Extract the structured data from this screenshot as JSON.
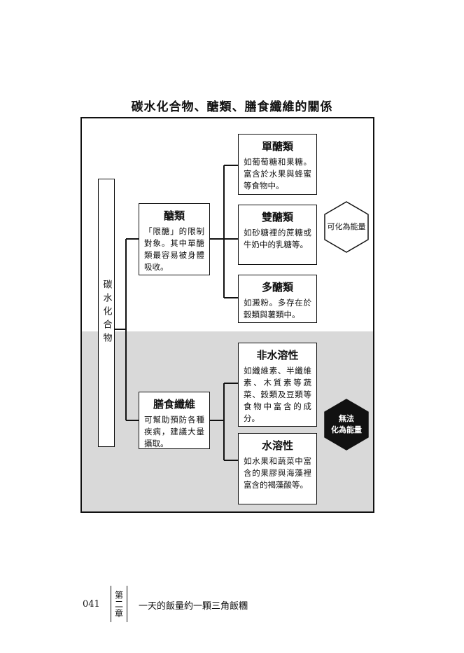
{
  "title": "碳水化合物、醣類、膳食纖維的關係",
  "root": {
    "label": "碳水化合物"
  },
  "sugars": {
    "title": "醣類",
    "desc": "「限醣」的限制對象。其中單醣類最容易被身體吸收。"
  },
  "fiber": {
    "title": "膳食纖維",
    "desc": "可幫助預防各種疾病，建議大量攝取。"
  },
  "mono": {
    "title": "單醣類",
    "desc": "如葡萄糖和果糖。富含於水果與蜂蜜等食物中。"
  },
  "di": {
    "title": "雙醣類",
    "desc": "如砂糖裡的蔗糖或牛奶中的乳糖等。"
  },
  "poly": {
    "title": "多醣類",
    "desc": "如澱粉。多存在於穀類與薯類中。"
  },
  "insoluble": {
    "title": "非水溶性",
    "desc": "如纖維素、半纖維素、木質素等蔬菜、穀類及豆類等食物中富含的成分。"
  },
  "soluble": {
    "title": "水溶性",
    "desc": "如水果和蔬菜中富含的果膠與海藻裡富含的褐藻酸等。"
  },
  "energy_yes": "可化為能量",
  "energy_no": "無法\n化為能量",
  "footer": {
    "page": "041",
    "chapter": "第二章",
    "chapter_title": "一天的飯量約一顆三角飯糰"
  }
}
